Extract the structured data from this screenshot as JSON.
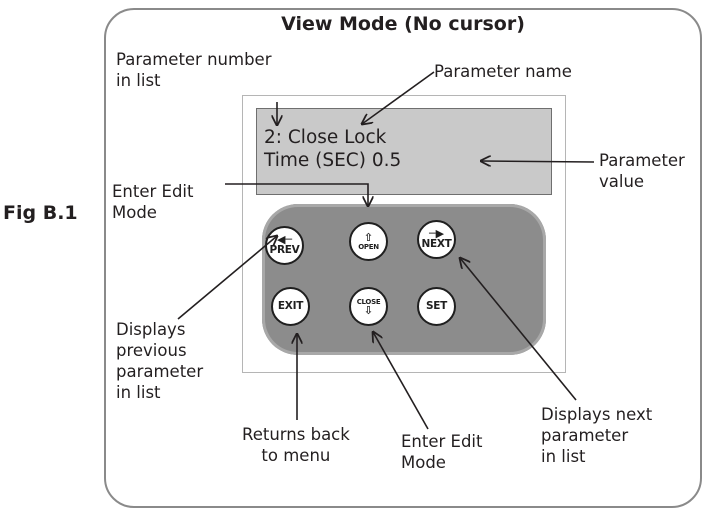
{
  "figure_label": "Fig B.1",
  "title": "View Mode (No cursor)",
  "display": {
    "line1": "2: Close Lock",
    "line2": "Time (SEC) 0.5"
  },
  "buttons": {
    "prev": "PREV",
    "open": "OPEN",
    "next": "NEXT",
    "exit": "EXIT",
    "close": "CLOSE",
    "set": "SET"
  },
  "annotations": {
    "param_number_line1": "Parameter number",
    "param_number_line2": "in list",
    "param_name": "Parameter name",
    "param_value_line1": "Parameter",
    "param_value_line2": "value",
    "enter_edit_top_line1": "Enter Edit",
    "enter_edit_top_line2": "Mode",
    "displays_prev_line1": "Displays",
    "displays_prev_line2": "previous",
    "displays_prev_line3": "parameter",
    "displays_prev_line4": "in list",
    "returns_line1": "Returns back",
    "returns_line2": "to menu",
    "enter_edit_bottom_line1": "Enter Edit",
    "enter_edit_bottom_line2": "Mode",
    "displays_next_line1": "Displays next",
    "displays_next_line2": "parameter",
    "displays_next_line3": "in list"
  },
  "icons": {
    "prev": "left-arrow-icon",
    "open": "up-arrow-icon",
    "next": "right-arrow-icon",
    "close": "down-arrow-icon"
  },
  "colors": {
    "lcd_background": "#c9c9c9",
    "keypad_background": "#8c8c8c",
    "frame_border": "#8a8a8a",
    "text": "#231f20"
  }
}
